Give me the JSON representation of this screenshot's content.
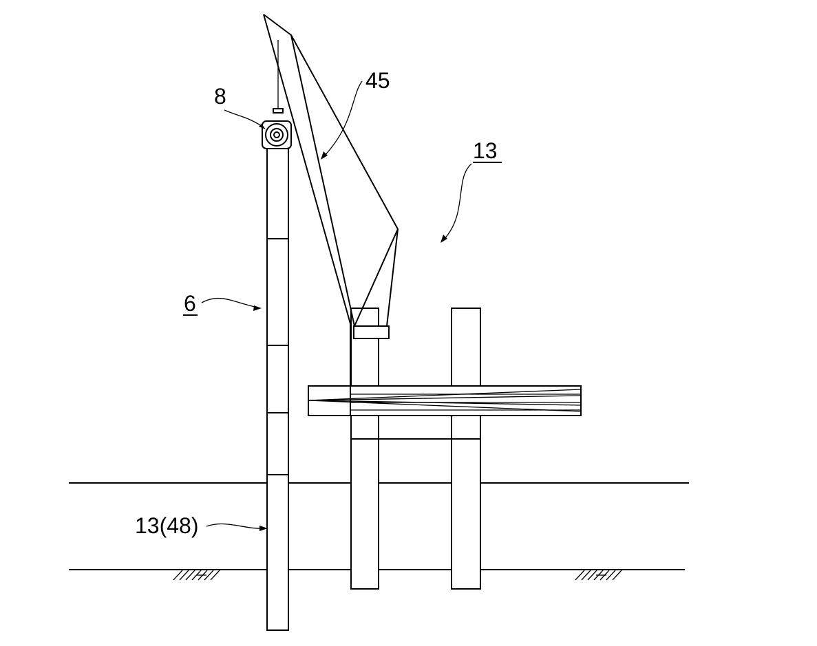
{
  "labels": {
    "label_8": "8",
    "label_45": "45",
    "label_13": "13",
    "label_6": "6",
    "label_13_48": "13(48)"
  }
}
